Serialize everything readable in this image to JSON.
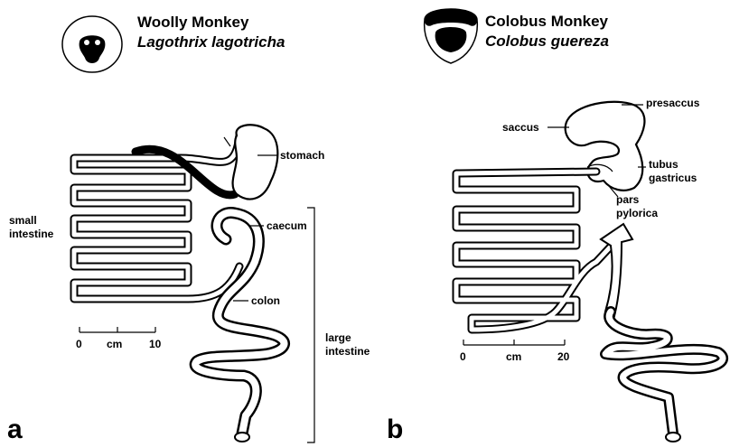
{
  "panel_a": {
    "letter": "a",
    "common_name": "Woolly Monkey",
    "scientific_name": "Lagothrix lagotricha",
    "labels": {
      "stomach": "stomach",
      "small_intestine_1": "small",
      "small_intestine_2": "intestine",
      "caecum": "caecum",
      "colon": "colon",
      "large_intestine_1": "large",
      "large_intestine_2": "intestine"
    },
    "scale": {
      "ticks": [
        "0",
        "10"
      ],
      "unit": "cm"
    }
  },
  "panel_b": {
    "letter": "b",
    "common_name": "Colobus Monkey",
    "scientific_name": "Colobus guereza",
    "labels": {
      "presaccus": "presaccus",
      "saccus": "saccus",
      "tubus_1": "tubus",
      "tubus_2": "gastricus",
      "pars_1": "pars",
      "pars_2": "pylorica"
    },
    "scale": {
      "ticks": [
        "0",
        "20"
      ],
      "unit": "cm"
    }
  }
}
